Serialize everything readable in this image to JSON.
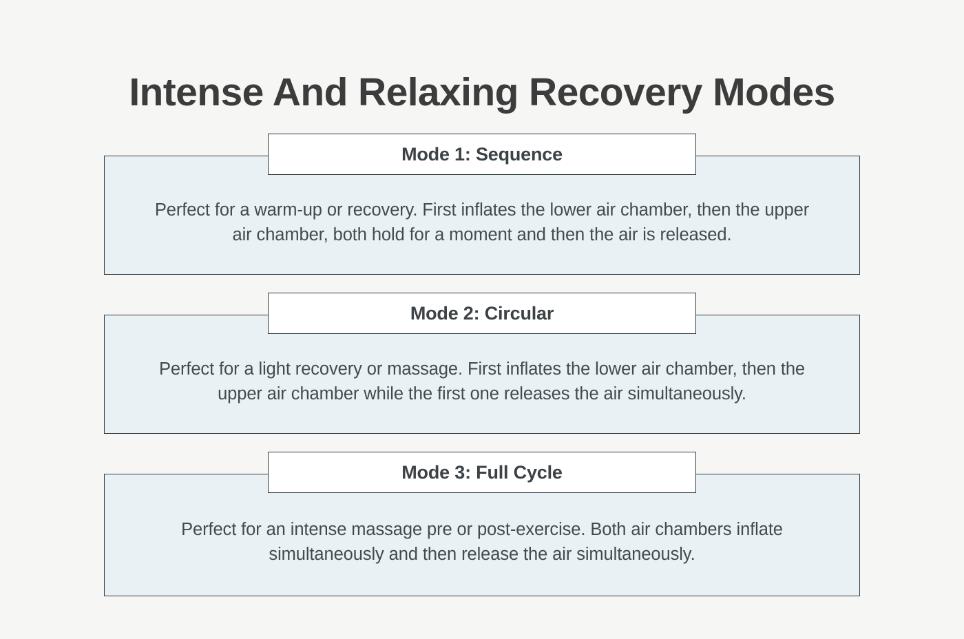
{
  "page": {
    "title": "Intense And Relaxing Recovery Modes",
    "background_color": "#f6f6f5",
    "title_color": "#3c3c3c",
    "card_body_color": "#e9f1f4",
    "card_header_color": "#ffffff",
    "border_color": "#333b3f",
    "body_text_color": "#414b4e"
  },
  "cards": [
    {
      "header": "Mode 1: Sequence",
      "body": "Perfect for a warm-up or recovery. First inflates the lower air chamber, then the upper air chamber, both hold for a moment and then the air is released."
    },
    {
      "header": "Mode 2: Circular",
      "body": "Perfect for a light recovery or massage. First inflates the lower air chamber, then the upper air chamber while the first one releases the air simultaneously."
    },
    {
      "header": "Mode 3: Full Cycle",
      "body": "Perfect for an intense massage pre or post-exercise. Both air chambers inflate simultaneously and then release the air simultaneously."
    }
  ]
}
